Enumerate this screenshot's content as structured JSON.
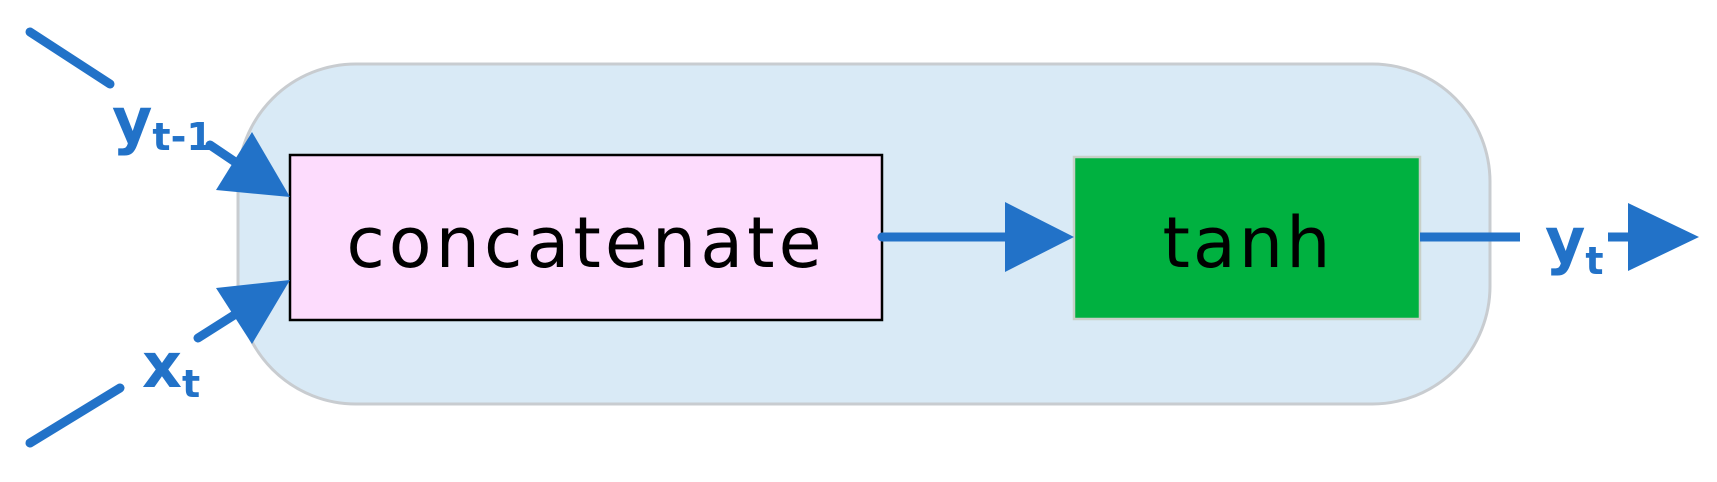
{
  "diagram": {
    "blocks": {
      "concat_label": "concatenate",
      "tanh_label": "tanh"
    },
    "inputs": {
      "prev_output": {
        "base": "y",
        "sub": "t-1"
      },
      "input": {
        "base": "x",
        "sub": "t"
      }
    },
    "output": {
      "base": "y",
      "sub": "t"
    }
  },
  "colors": {
    "arrow": "#2272C8",
    "cell_fill": "#D9EAF6",
    "cell_border": "#C8CCD0",
    "concat_fill": "#FDDCFD",
    "concat_border": "#000000",
    "tanh_fill": "#00B140",
    "tanh_border": "#C8D0C8",
    "text": "#000000"
  }
}
